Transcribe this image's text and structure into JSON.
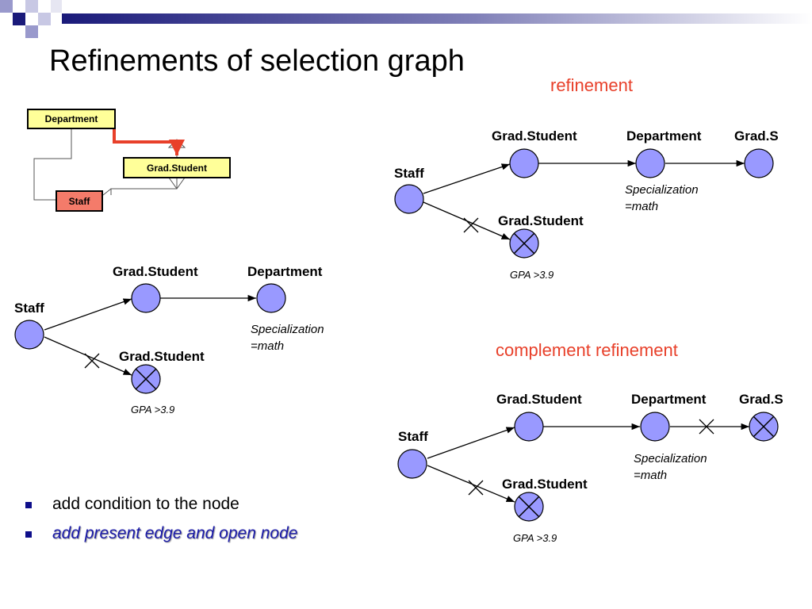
{
  "title": "Refinements of selection graph",
  "schema": {
    "department": "Department",
    "grad_student": "Grad.Student",
    "staff": "Staff"
  },
  "left_graph": {
    "staff": "Staff",
    "grad_student_top": "Grad.Student",
    "department": "Department",
    "specialization": "Specialization",
    "spec_value": "=math",
    "grad_student_bottom": "Grad.Student",
    "gpa": "GPA >3.9"
  },
  "refinement": {
    "heading": "refinement",
    "staff": "Staff",
    "grad_student_top": "Grad.Student",
    "department": "Department",
    "grad_s": "Grad.S",
    "specialization": "Specialization",
    "spec_value": "=math",
    "grad_student_bottom": "Grad.Student",
    "gpa": "GPA >3.9"
  },
  "complement": {
    "heading": "complement refinement",
    "staff": "Staff",
    "grad_student_top": "Grad.Student",
    "department": "Department",
    "grad_s": "Grad.S",
    "specialization": "Specialization",
    "spec_value": "=math",
    "grad_student_bottom": "Grad.Student",
    "gpa": "GPA >3.9"
  },
  "bullets": [
    "add condition to the node",
    "add present edge and open node"
  ],
  "colors": {
    "node_fill": "#9999ff",
    "accent_red": "#e8402a",
    "box_yellow": "#ffff99",
    "box_salmon": "#f47b6a",
    "bullet_blue": "#0e0e8a"
  }
}
